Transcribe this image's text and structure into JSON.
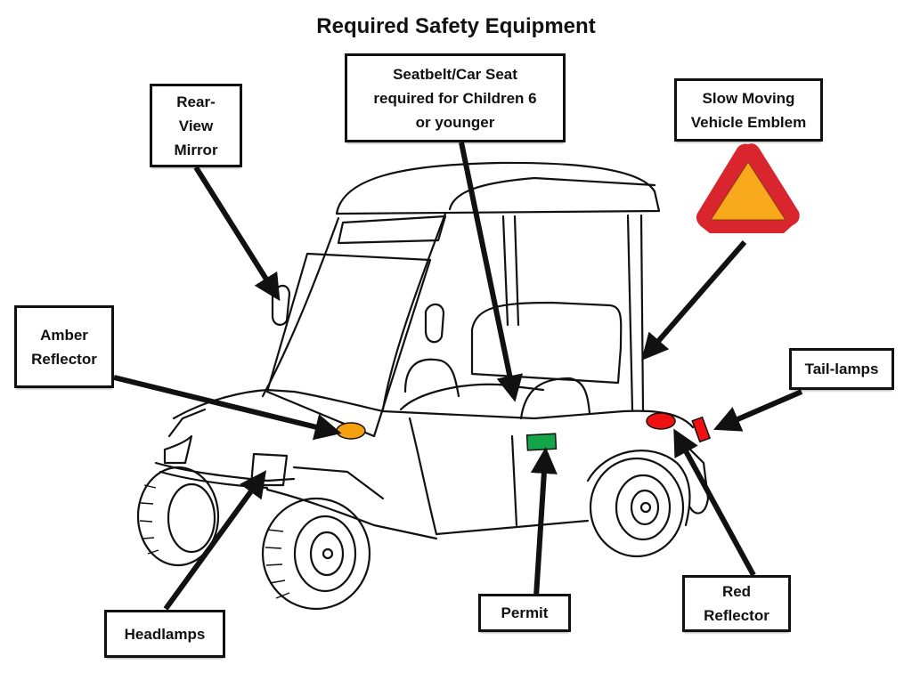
{
  "title": "Required Safety Equipment",
  "labels": {
    "rear_view_mirror": "Rear-\nView\nMirror",
    "seatbelt": "Seatbelt/Car Seat\nrequired for Children 6\nor younger",
    "smv_emblem": "Slow Moving\nVehicle Emblem",
    "amber_reflector": "Amber\nReflector",
    "tail_lamps": "Tail-lamps",
    "headlamps": "Headlamps",
    "permit": "Permit",
    "red_reflector": "Red\nReflector"
  },
  "colors": {
    "amber": "#F5A00F",
    "permit_green": "#12A64A",
    "red": "#EE1111",
    "smv_red": "#D9252E",
    "smv_orange": "#F7A81B",
    "ink": "#111111"
  }
}
